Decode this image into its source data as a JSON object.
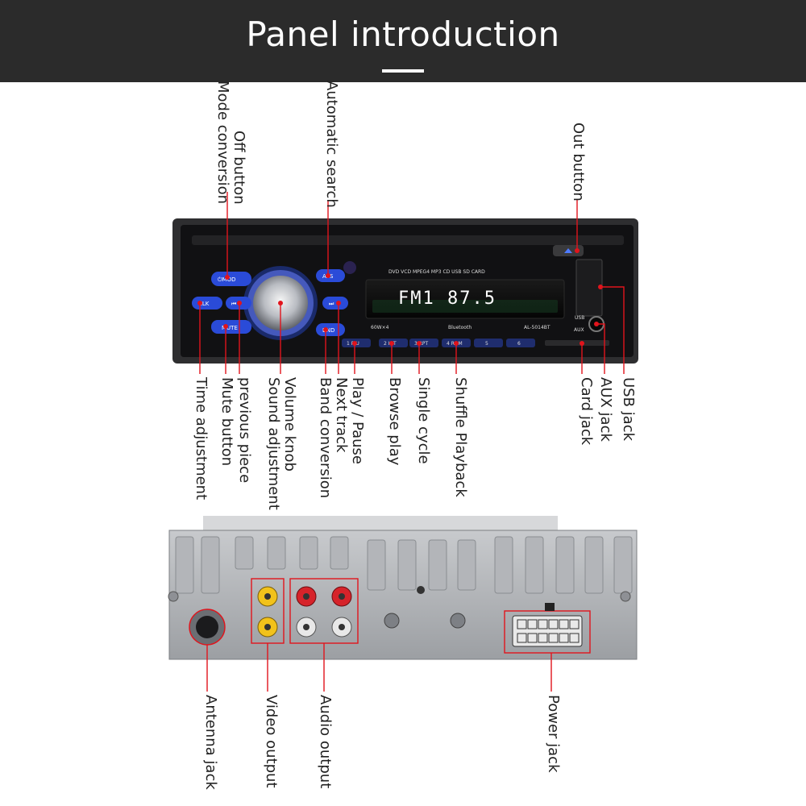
{
  "title": "Panel introduction",
  "colors": {
    "banner": "#2b2b2b",
    "callout": "#e1141c",
    "button_blue": "#2a4bd8"
  },
  "front_panel": {
    "button_labels": {
      "mod": "⏻MOD",
      "aps": "APS",
      "clk": "CLK",
      "prev": "⏮",
      "next": "⏭",
      "mute": "MUTE",
      "band": "BND"
    },
    "format_text": "DVD VCD MPEG4 MP3 CD USB SD CARD",
    "display_text": "FM1 87.5",
    "power_text": "60W×4",
    "bluetooth_text": "Bluetooth",
    "model_text": "AL-5014BT",
    "usb_text": "USB",
    "aux_text": "AUX",
    "preset_labels": [
      "1 P/U",
      "2 INT",
      "3 RPT",
      "4 RDM",
      "5",
      "6"
    ]
  },
  "labels": {
    "top": [
      {
        "id": "mode-conversion",
        "text": "Mode conversion"
      },
      {
        "id": "off-button",
        "text": "Off button"
      },
      {
        "id": "automatic-search",
        "text": "Automatic search"
      },
      {
        "id": "out-button",
        "text": "Out button"
      }
    ],
    "middle": [
      {
        "id": "time-adjustment",
        "text": "Time adjustment"
      },
      {
        "id": "mute-button",
        "text": "Mute button"
      },
      {
        "id": "previous-piece",
        "text": "previous piece"
      },
      {
        "id": "sound-adjustment",
        "text": "Sound adjustment"
      },
      {
        "id": "volume-knob",
        "text": "Volume knob"
      },
      {
        "id": "band-conversion",
        "text": "Band conversion"
      },
      {
        "id": "next-track",
        "text": "Next track"
      },
      {
        "id": "play-pause",
        "text": "Play / Pause"
      },
      {
        "id": "browse-play",
        "text": "Browse play"
      },
      {
        "id": "single-cycle",
        "text": "Single cycle"
      },
      {
        "id": "shuffle-playback",
        "text": "Shuffle Playback"
      },
      {
        "id": "card-jack",
        "text": "Card jack"
      },
      {
        "id": "aux-jack",
        "text": "AUX jack"
      },
      {
        "id": "usb-jack",
        "text": "USB jack"
      }
    ],
    "bottom": [
      {
        "id": "antenna-jack",
        "text": "Antenna jack"
      },
      {
        "id": "video-output",
        "text": "Video output"
      },
      {
        "id": "audio-output",
        "text": "Audio output"
      },
      {
        "id": "power-jack",
        "text": "Power jack"
      }
    ]
  }
}
